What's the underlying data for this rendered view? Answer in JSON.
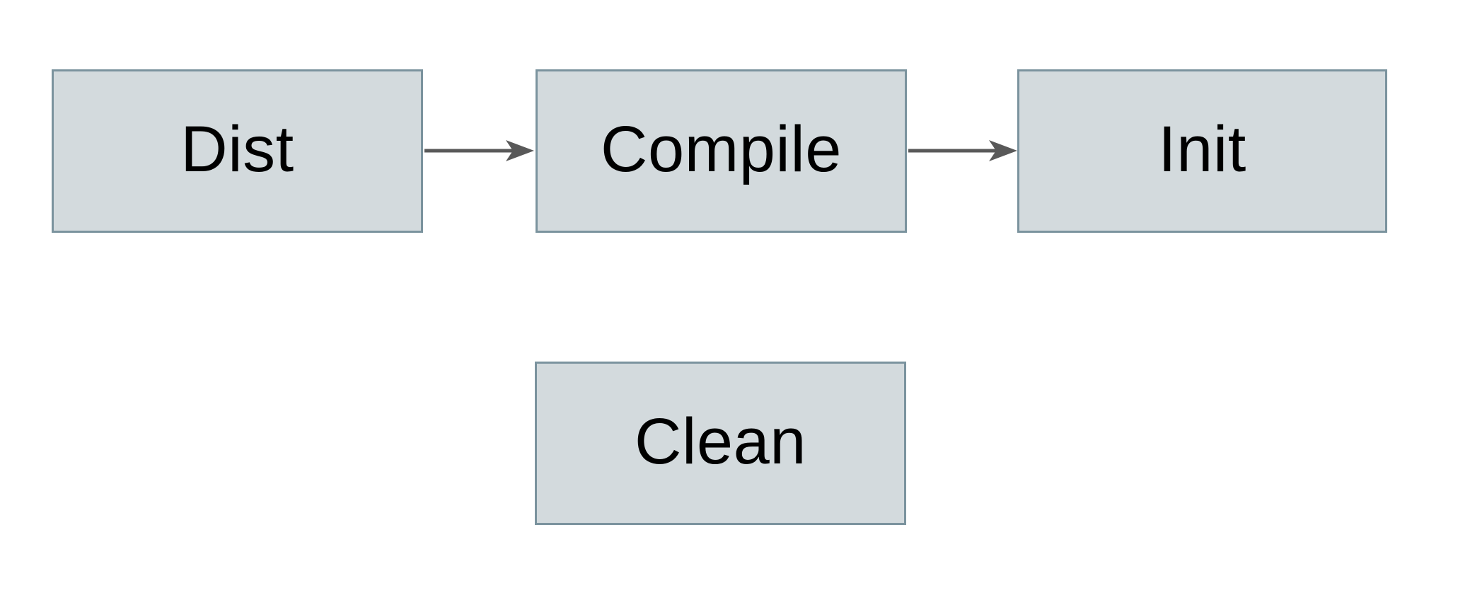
{
  "diagram": {
    "type": "flowchart",
    "nodes": [
      {
        "id": "dist",
        "label": "Dist"
      },
      {
        "id": "compile",
        "label": "Compile"
      },
      {
        "id": "init",
        "label": "Init"
      },
      {
        "id": "clean",
        "label": "Clean"
      }
    ],
    "edges": [
      {
        "from": "dist",
        "to": "compile",
        "style": "arrow"
      },
      {
        "from": "compile",
        "to": "init",
        "style": "arrow"
      }
    ]
  },
  "theme": {
    "background": "#ffffff",
    "node_fill": "#d3dadd",
    "node_border": "#7b939e",
    "arrow_color": "#595959",
    "text_color": "#000000"
  }
}
